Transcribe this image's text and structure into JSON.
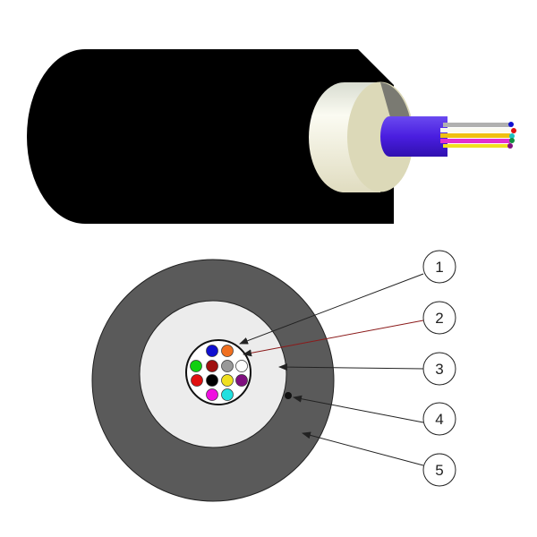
{
  "callouts": [
    {
      "label": "1",
      "color": "#222222"
    },
    {
      "label": "2",
      "color": "#8b1a1a"
    },
    {
      "label": "3",
      "color": "#222222"
    },
    {
      "label": "4",
      "color": "#222222"
    },
    {
      "label": "5",
      "color": "#222222"
    }
  ],
  "colors": {
    "jacket": "#000000",
    "outer_sheath_section": "#5a5a5a",
    "filler": "#ececec",
    "tube": "#4a1ee0",
    "strength": "#efeedd"
  },
  "fibers": [
    "#1010d0",
    "#f07020",
    "#10d010",
    "#a01010",
    "#999999",
    "#ffffff",
    "#e01010",
    "#000000",
    "#f0e020",
    "#801080",
    "#f010e0",
    "#20e0e0"
  ]
}
